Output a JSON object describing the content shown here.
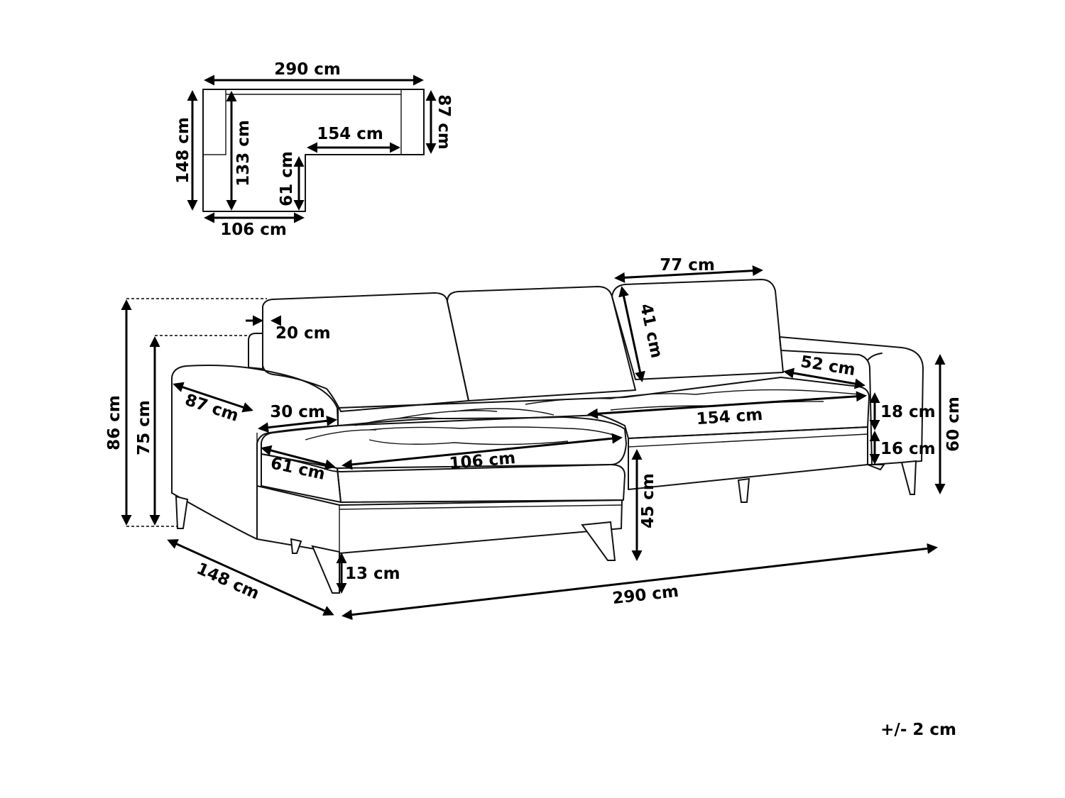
{
  "colors": {
    "line": "#000000",
    "background": "#ffffff"
  },
  "top_view": {
    "width_total": "290 cm",
    "depth_total": "148 cm",
    "chaise_inner_depth": "133 cm",
    "sofa_depth": "87 cm",
    "seat_inner_width": "154 cm",
    "step_depth": "61 cm",
    "chaise_width": "106 cm"
  },
  "front_view": {
    "back_cushion_width": "77 cm",
    "back_cushion_height": "41 cm",
    "backrest_thickness": "20 cm",
    "total_height": "86 cm",
    "chaise_back_height": "75 cm",
    "arm_depth": "87 cm",
    "arm_width": "30 cm",
    "chaise_seat_depth": "61 cm",
    "chaise_seat_width": "106 cm",
    "seat_width": "154 cm",
    "seat_depth": "52 cm",
    "cushion_height": "18 cm",
    "base_height": "16 cm",
    "arm_height": "60 cm",
    "seat_height": "45 cm",
    "leg_height": "13 cm",
    "overall_depth": "148 cm",
    "overall_width": "290 cm"
  },
  "tolerance": "+/- 2 cm"
}
